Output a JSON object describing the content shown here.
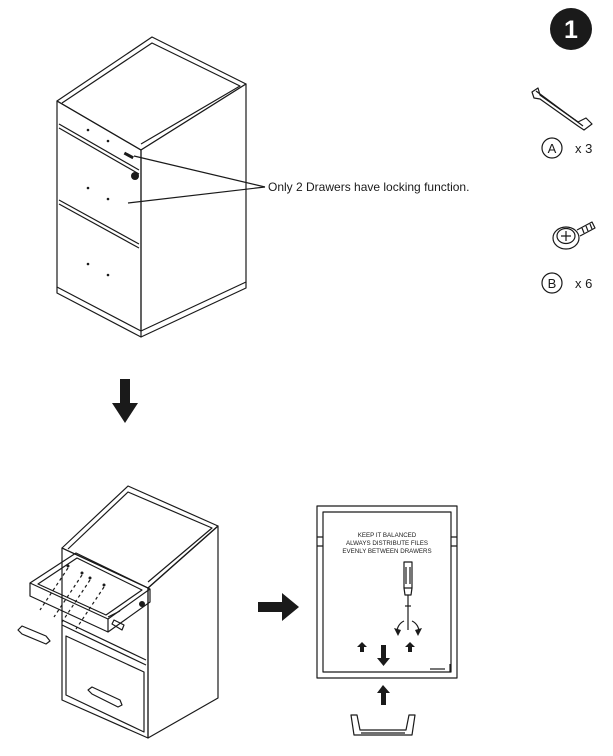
{
  "step": {
    "number": "1"
  },
  "parts": [
    {
      "letter": "A",
      "qty": "x 3",
      "name": "handle"
    },
    {
      "letter": "B",
      "qty": "x 6",
      "name": "screw"
    }
  ],
  "callout": {
    "text": "Only 2 Drawers have locking function."
  },
  "panel": {
    "line1": "KEEP IT BALANCED",
    "line2": "ALWAYS DISTRIBUTE FILES",
    "line3": "EVENLY BETWEEN DRAWERS"
  },
  "colors": {
    "ink": "#1a1a1a",
    "paper": "#ffffff"
  }
}
